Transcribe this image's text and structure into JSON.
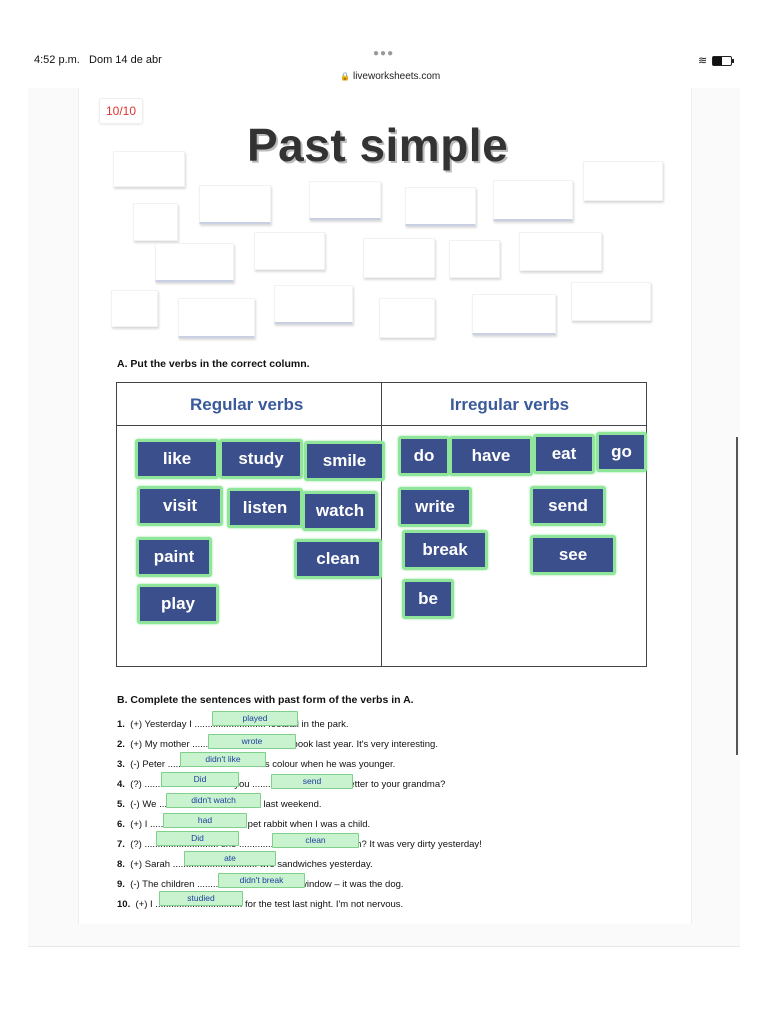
{
  "status_bar": {
    "time": "4:52 p.m.",
    "date": "Dom 14 de abr",
    "url": "liveworksheets.com",
    "wifi_icon": "wifi-icon",
    "battery_icon": "battery-icon"
  },
  "score": "10/10",
  "title": "Past simple",
  "section_a": {
    "instruction": "A. Put the verbs in the correct column.",
    "regular_header": "Regular verbs",
    "irregular_header": "Irregular verbs",
    "regular_verbs": [
      "like",
      "study",
      "smile",
      "visit",
      "listen",
      "watch",
      "paint",
      "clean",
      "play"
    ],
    "irregular_verbs": [
      "do",
      "have",
      "eat",
      "go",
      "write",
      "send",
      "break",
      "see",
      "be"
    ]
  },
  "section_b": {
    "instruction": "B. Complete the sentences with past form of the verbs in A.",
    "sentences": [
      {
        "num": "1.",
        "text": "(+) Yesterday I ........................... football in the park.",
        "answers": [
          "played"
        ]
      },
      {
        "num": "2.",
        "text": "(+) My mother .................................. a book last year. It's very interesting.",
        "answers": [
          "wrote"
        ]
      },
      {
        "num": "3.",
        "text": "(-) Peter ................................ this colour when he was younger.",
        "answers": [
          "didn't like"
        ]
      },
      {
        "num": "4.",
        "text": "(?) ................................. you ................................ a letter to your grandma?",
        "answers": [
          "Did",
          "send"
        ]
      },
      {
        "num": "5.",
        "text": "(-) We ................................. TV last weekend.",
        "answers": [
          "didn't watch"
        ]
      },
      {
        "num": "6.",
        "text": "(+) I ................................. a pet rabbit when I was a child.",
        "answers": [
          "had"
        ]
      },
      {
        "num": "7.",
        "text": "(?) ............................ she ............................... her room? It was very dirty yesterday!",
        "answers": [
          "Did",
          "clean"
        ]
      },
      {
        "num": "8.",
        "text": "(+) Sarah ................................ two sandwiches yesterday.",
        "answers": [
          "ate"
        ]
      },
      {
        "num": "9.",
        "text": "(-) The children ................................ the window – it was the dog.",
        "answers": [
          "didn't break"
        ]
      },
      {
        "num": "10.",
        "text": "(+) I ................................. for the test last night. I'm not nervous.",
        "answers": [
          "studied"
        ]
      }
    ]
  }
}
